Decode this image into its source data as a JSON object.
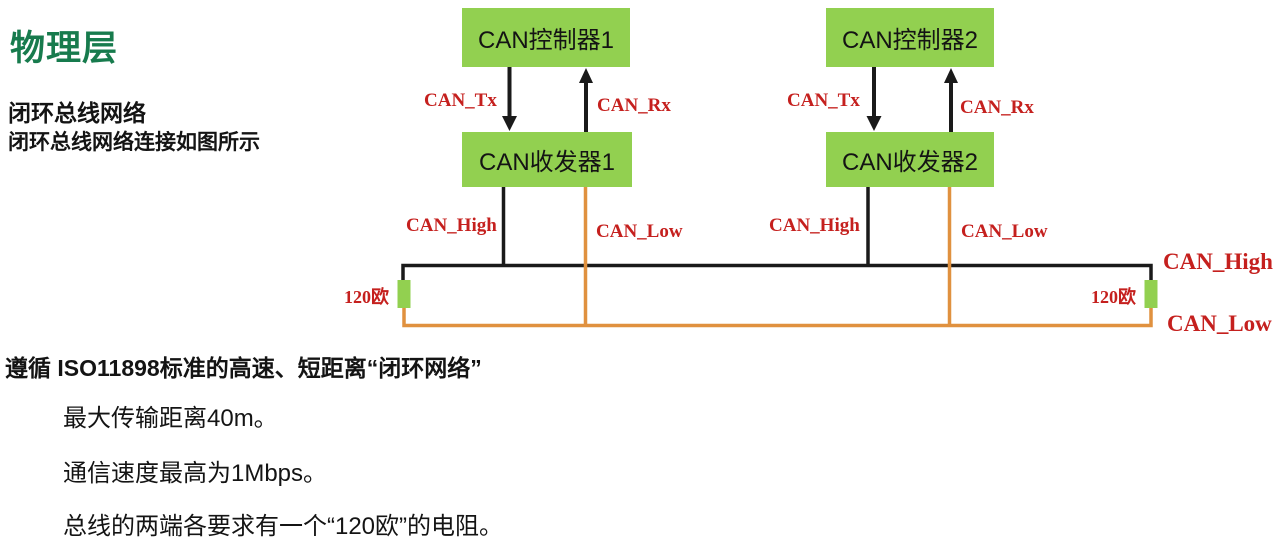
{
  "header": {
    "title": "物理层",
    "subtitle1": "闭环总线网络",
    "subtitle2": "闭环总线网络连接如图所示"
  },
  "diagram": {
    "nodes": [
      {
        "label": "CAN控制器1"
      },
      {
        "label": "CAN收发器1"
      },
      {
        "label": "CAN控制器2"
      },
      {
        "label": "CAN收发器2"
      }
    ],
    "signals": {
      "tx": "CAN_Tx",
      "rx": "CAN_Rx",
      "high": "CAN_High",
      "low": "CAN_Low",
      "terminator": "120欧"
    },
    "colors": {
      "node_fill": "#92d050",
      "wire_high": "#1a1a1a",
      "wire_low": "#e0913f",
      "signal_label": "#c5201e",
      "title_green": "#177b4d"
    }
  },
  "notes": {
    "heading": "遵循 ISO11898标准的高速、短距离“闭环网络”",
    "items": [
      "最大传输距离40m。",
      "通信速度最高为1Mbps。",
      "总线的两端各要求有一个“120欧”的电阻。"
    ]
  }
}
